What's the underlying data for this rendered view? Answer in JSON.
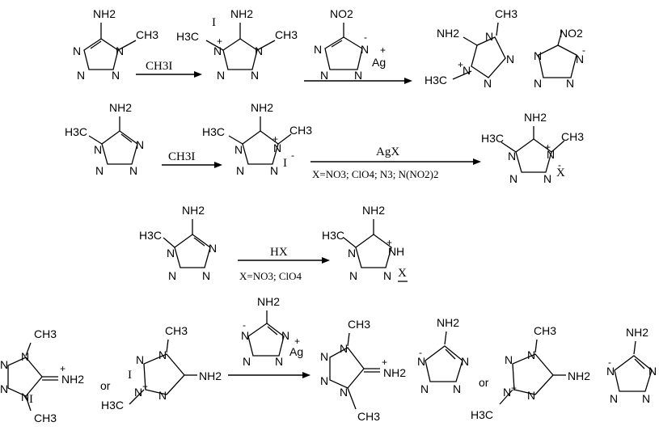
{
  "row1": {
    "condition": "CH3I",
    "iodide_label": "I",
    "reagent": {
      "group": "NO2",
      "metal": "Ag",
      "plus": "+",
      "minus": "-"
    },
    "product_anion_group": "NO2"
  },
  "row2": {
    "condition_top": "AgX",
    "condition_bottom": "X=NO3;  ClO4;  N3;  N(NO2)2",
    "reagent_pre": "CH3I",
    "counterion": "X",
    "iodide": "I"
  },
  "row3": {
    "condition_top": "HX",
    "condition_bottom": "X=NO3;  ClO4",
    "nh_label": "H",
    "counterion": "X"
  },
  "row4": {
    "or_text": "or",
    "iodide": "I",
    "reagent_metal": "Ag",
    "iminium": "NH2"
  },
  "labels": {
    "nh2": "NH2",
    "ch3": "CH3",
    "h3c": "H3C",
    "n": "N",
    "plus": "+",
    "minus": "-"
  }
}
